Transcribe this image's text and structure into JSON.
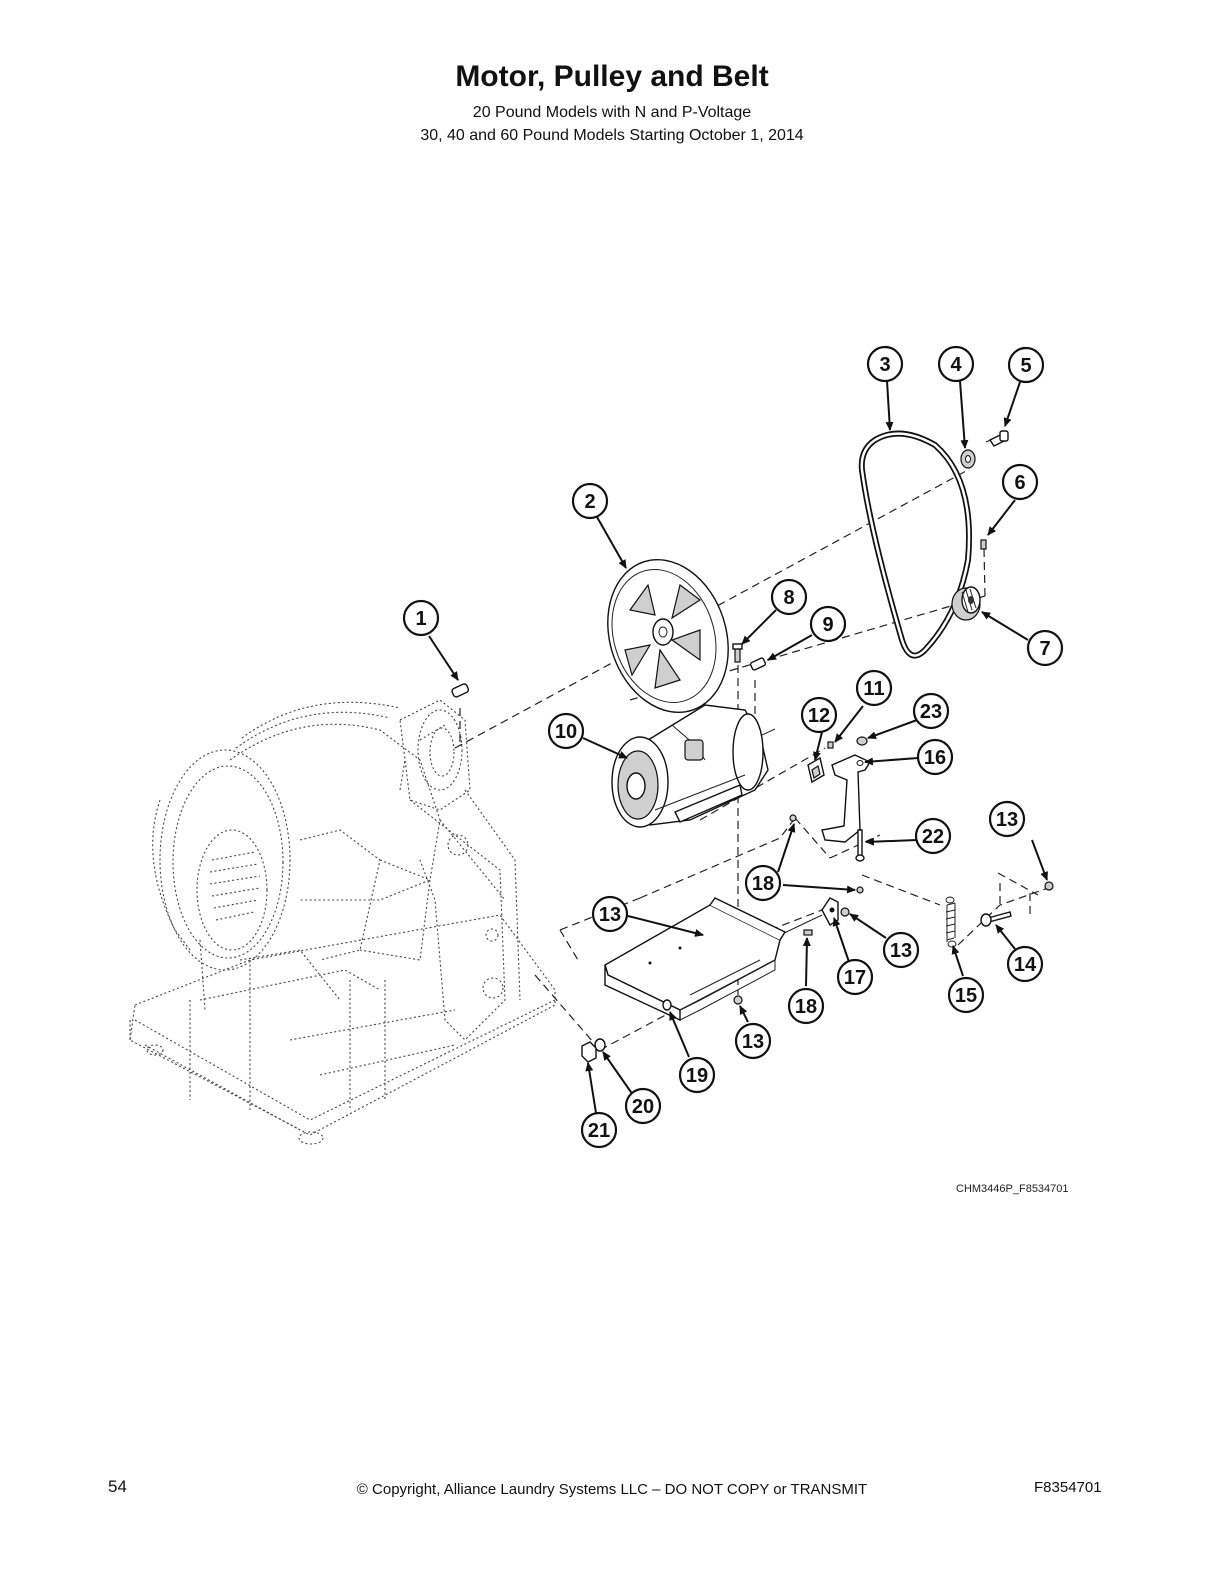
{
  "header": {
    "title": "Motor, Pulley and Belt",
    "subtitle_line1": "20 Pound Models with N and P-Voltage",
    "subtitle_line2": "30, 40 and 60 Pound Models Starting October 1, 2014"
  },
  "figure": {
    "code": "CHM3446P_F8534701",
    "callouts": [
      {
        "label": "1"
      },
      {
        "label": "2"
      },
      {
        "label": "3"
      },
      {
        "label": "4"
      },
      {
        "label": "5"
      },
      {
        "label": "6"
      },
      {
        "label": "7"
      },
      {
        "label": "8"
      },
      {
        "label": "9"
      },
      {
        "label": "10"
      },
      {
        "label": "11"
      },
      {
        "label": "12"
      },
      {
        "label": "23"
      },
      {
        "label": "16"
      },
      {
        "label": "13"
      },
      {
        "label": "22"
      },
      {
        "label": "18"
      },
      {
        "label": "13"
      },
      {
        "label": "13"
      },
      {
        "label": "17"
      },
      {
        "label": "18"
      },
      {
        "label": "15"
      },
      {
        "label": "14"
      },
      {
        "label": "13"
      },
      {
        "label": "19"
      },
      {
        "label": "20"
      },
      {
        "label": "21"
      }
    ]
  },
  "footer": {
    "page_number": "54",
    "copyright": "© Copyright, Alliance Laundry Systems LLC – DO NOT COPY or TRANSMIT",
    "doc_number": "F8354701"
  }
}
